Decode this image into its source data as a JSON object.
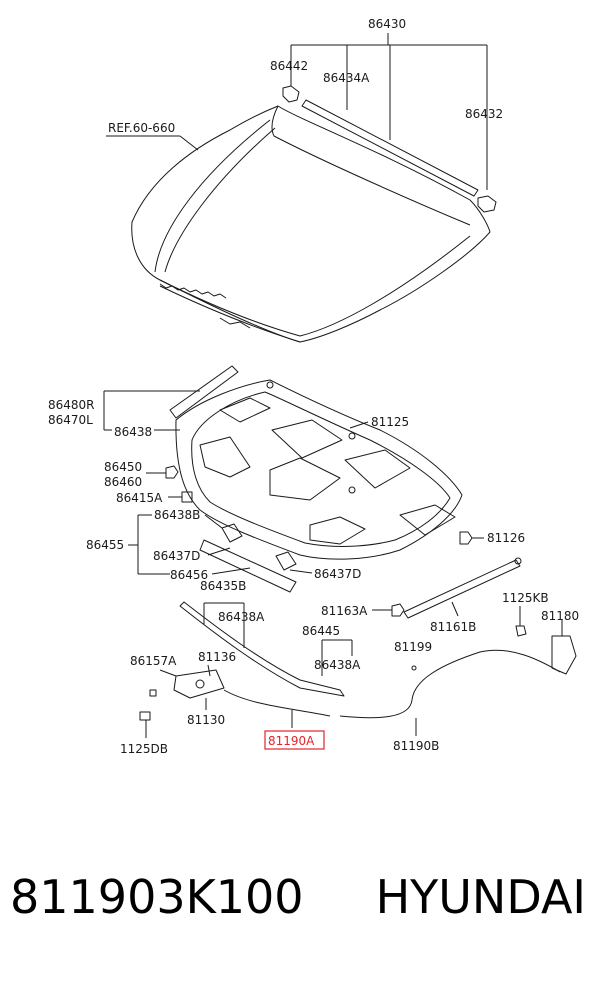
{
  "diagram": {
    "labels": {
      "l86430": "86430",
      "l86442": "86442",
      "l86434A": "86434A",
      "l86432": "86432",
      "ref": "REF.60-660",
      "l86480R": "86480R",
      "l86470L": "86470L",
      "l86438a": "86438",
      "l81125": "81125",
      "l86450": "86450",
      "l86460": "86460",
      "l86415A": "86415A",
      "l86438B": "86438B",
      "l86455": "86455",
      "l86437D_1": "86437D",
      "l86456": "86456",
      "l86437D_2": "86437D",
      "l81126": "81126",
      "l86435B": "86435B",
      "l86438A_1": "86438A",
      "l81163A": "81163A",
      "l1125KB": "1125KB",
      "l81180": "81180",
      "l86445": "86445",
      "l81161B": "81161B",
      "l86157A": "86157A",
      "l81136": "81136",
      "l86438A_2": "86438A",
      "l81199": "81199",
      "l81130": "81130",
      "l81190A": "81190A",
      "l81190B": "81190B",
      "l1125DB": "1125DB"
    },
    "highlight_color": "#e0262a"
  },
  "footer": {
    "part_number": "811903K100",
    "brand": "HYUNDAI"
  }
}
